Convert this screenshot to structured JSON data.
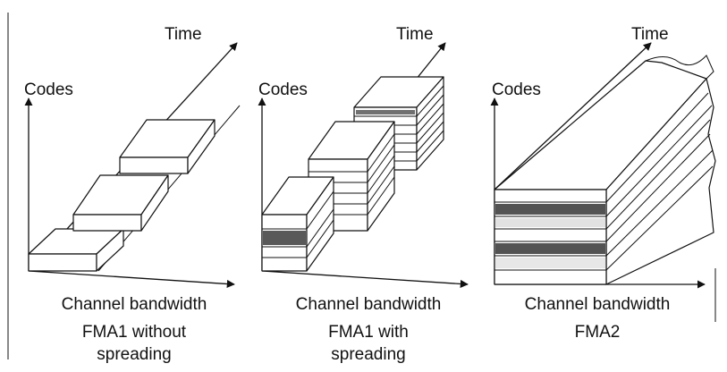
{
  "panels": [
    {
      "y_axis_label": "Codes",
      "time_label": "Time",
      "x_axis_label": "Channel bandwidth",
      "caption_line1": "FMA1 without",
      "caption_line2": "spreading"
    },
    {
      "y_axis_label": "Codes",
      "time_label": "Time",
      "x_axis_label": "Channel bandwidth",
      "caption_line1": "FMA1 with",
      "caption_line2": "spreading"
    },
    {
      "y_axis_label": "Codes",
      "time_label": "Time",
      "x_axis_label": "Channel bandwidth",
      "caption_line1": "FMA2",
      "caption_line2": ""
    }
  ]
}
